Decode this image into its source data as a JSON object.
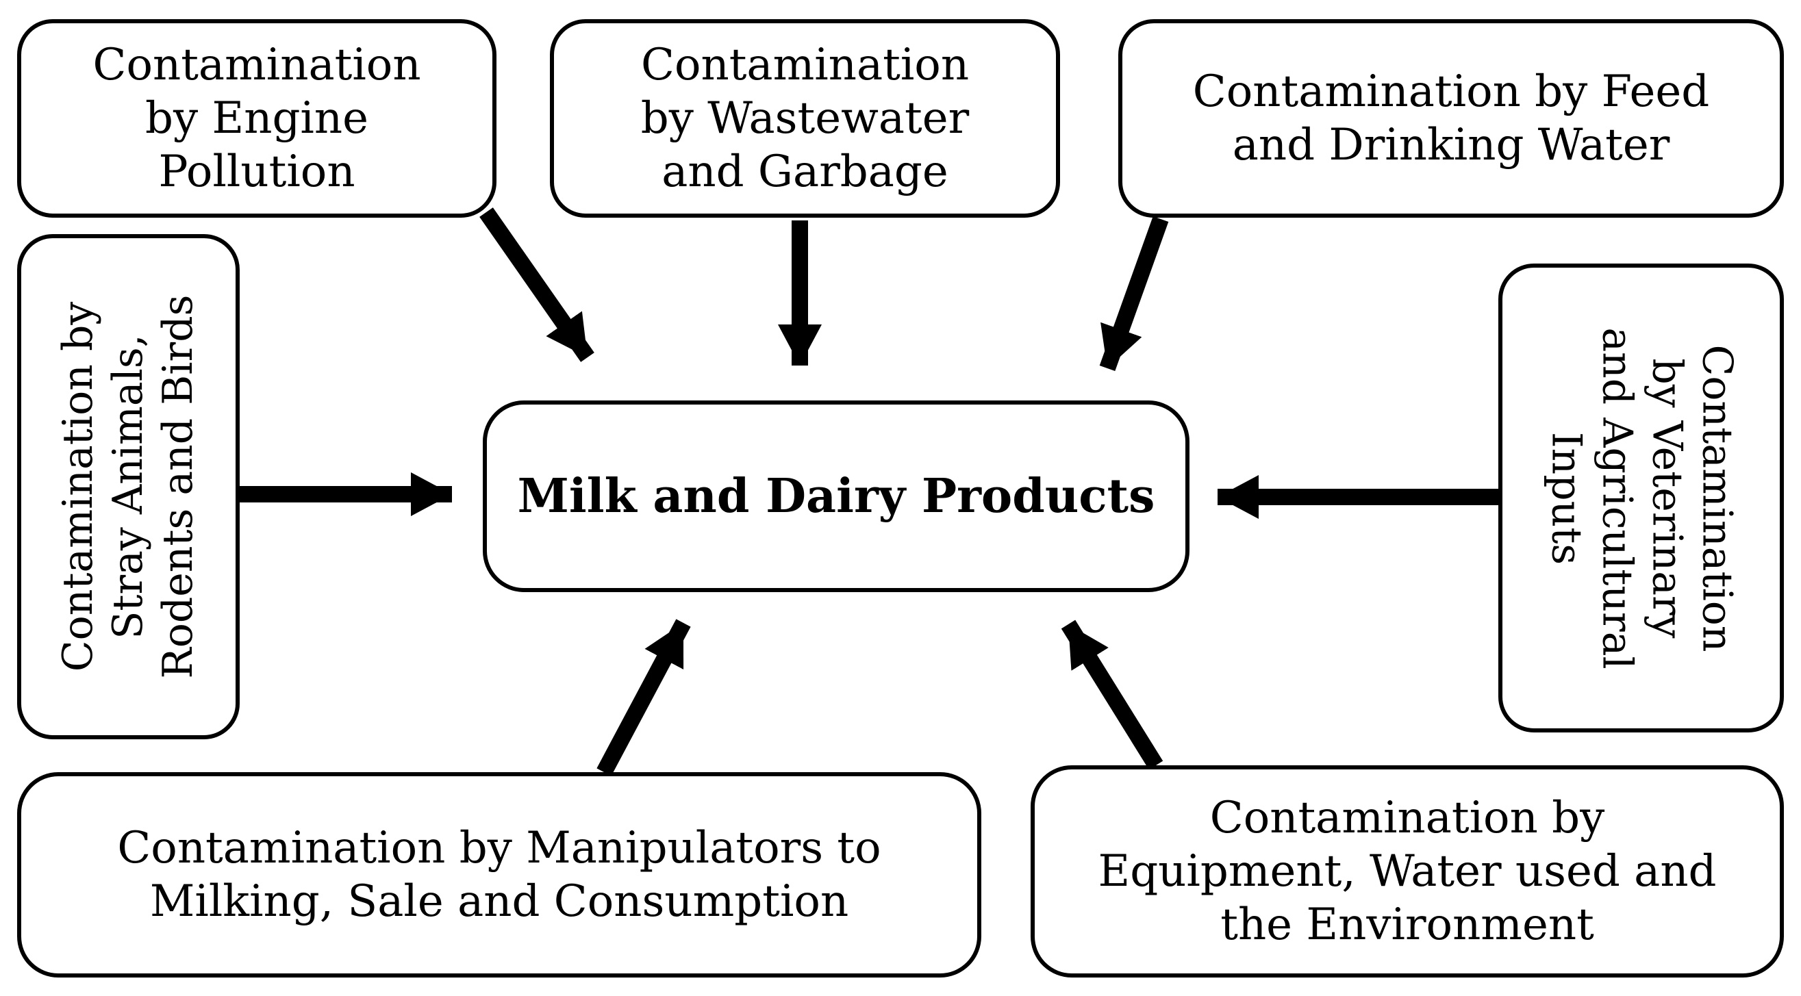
{
  "diagram": {
    "center": {
      "label": "Milk and Dairy Products"
    },
    "sources": {
      "engine": {
        "label": "Contamination\nby Engine\nPollution"
      },
      "wastewater": {
        "label": "Contamination\nby Wastewater\nand Garbage"
      },
      "feed": {
        "label": "Contamination by Feed\nand Drinking Water"
      },
      "stray": {
        "label": "Contamination by\nStray Animals,\nRodents and Birds"
      },
      "veterinary": {
        "label": "Contamination\nby Veterinary\nand Agricultural\nInputs"
      },
      "manipulators": {
        "label": "Contamination by Manipulators to\nMilking, Sale and Consumption"
      },
      "equipment": {
        "label": "Contamination by\nEquipment, Water used and\nthe Environment"
      }
    },
    "arrow_color": "#000000"
  }
}
